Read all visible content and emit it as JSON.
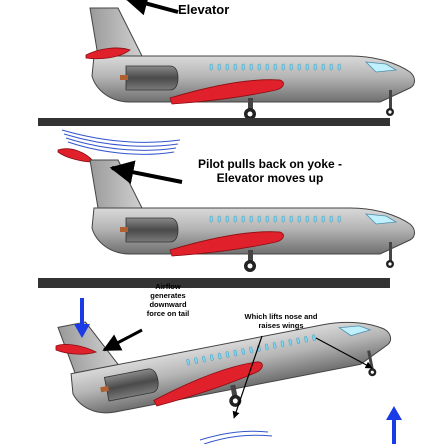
{
  "labels": {
    "elevator": "Elevator",
    "pilot_line1": "Pilot pulls back on yoke -",
    "pilot_line2": "Elevator moves up",
    "airflow_lines": [
      "Airflow",
      "generates",
      "downward",
      "force on tail"
    ],
    "lift_lines": [
      "Which lifts nose and",
      "raises wings"
    ]
  },
  "colors": {
    "fuselage": "#a9a9a9",
    "elevator": "#e0202a",
    "ground": "#333333",
    "airflow": "#3355cc",
    "force_arrow": "#1a3be6",
    "windows": "#7fd6f0"
  }
}
